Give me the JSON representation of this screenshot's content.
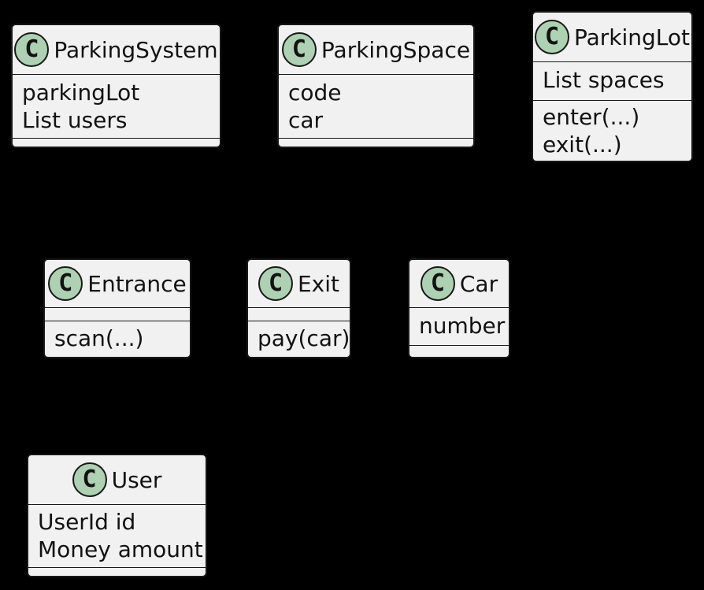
{
  "diagram": {
    "kind": "uml-class-diagram",
    "background_color": "#000000",
    "colors": {
      "class_fill": "#F1F1F1",
      "class_border": "#181818",
      "stereotype_circle_fill": "#ADD1B2",
      "text": "#121212"
    }
  },
  "classes": [
    {
      "stereotype_letter": "C",
      "name": "ParkingSystem",
      "fields": [
        "parkingLot",
        "List users"
      ],
      "methods": []
    },
    {
      "stereotype_letter": "C",
      "name": "ParkingSpace",
      "fields": [
        "code",
        "car"
      ],
      "methods": []
    },
    {
      "stereotype_letter": "C",
      "name": "ParkingLot",
      "fields": [
        "List spaces"
      ],
      "methods": [
        "enter(...)",
        "exit(...)"
      ]
    },
    {
      "stereotype_letter": "C",
      "name": "Entrance",
      "fields": [],
      "methods": [
        "scan(...)"
      ]
    },
    {
      "stereotype_letter": "C",
      "name": "Exit",
      "fields": [],
      "methods": [
        "pay(car)"
      ]
    },
    {
      "stereotype_letter": "C",
      "name": "Car",
      "fields": [
        "number"
      ],
      "methods": []
    },
    {
      "stereotype_letter": "C",
      "name": "User",
      "fields": [
        "UserId id",
        "Money amount"
      ],
      "methods": []
    }
  ]
}
